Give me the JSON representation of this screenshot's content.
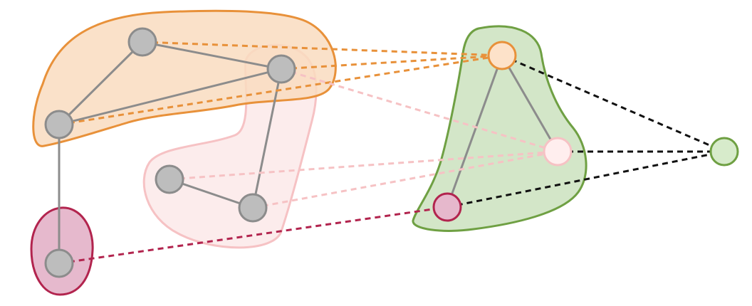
{
  "colors": {
    "node_fill": "#bdbdbd",
    "node_stroke": "#8c8c8c",
    "edge": "#8c8c8c",
    "orange_region_fill": "#f9dcc0",
    "orange_region_stroke": "#e8913a",
    "pink_region_fill": "#fbe6e6",
    "pink_region_stroke": "#f6c2c4",
    "magenta_region_fill": "#e6b9cd",
    "magenta_region_stroke": "#b2244e",
    "green_region_fill": "#d3e6c8",
    "green_region_stroke": "#6fa043",
    "coarse_orange_fill": "#fde2c9",
    "coarse_pink_fill": "#ffeeee",
    "coarse_magenta_fill": "#e6b8cc",
    "top_node_fill": "#d7ebcb",
    "black_dash": "#111111"
  },
  "diagram": {
    "fine_nodes": [
      {
        "id": "a",
        "group": "orange"
      },
      {
        "id": "b",
        "group": "orange"
      },
      {
        "id": "c",
        "group": "orange"
      },
      {
        "id": "d",
        "group": "pink"
      },
      {
        "id": "e",
        "group": "pink"
      },
      {
        "id": "f",
        "group": "magenta"
      }
    ],
    "fine_edges": [
      {
        "from": "a",
        "to": "b"
      },
      {
        "from": "b",
        "to": "c"
      },
      {
        "from": "a",
        "to": "c"
      },
      {
        "from": "c",
        "to": "e"
      },
      {
        "from": "d",
        "to": "e"
      },
      {
        "from": "a",
        "to": "f"
      }
    ],
    "coarse_nodes": [
      {
        "id": "P",
        "group": "orange"
      },
      {
        "id": "Q",
        "group": "pink"
      },
      {
        "id": "R",
        "group": "magenta"
      }
    ],
    "coarse_edges": [
      {
        "from": "P",
        "to": "Q"
      },
      {
        "from": "P",
        "to": "R"
      }
    ],
    "top_node": {
      "id": "T"
    },
    "mapping_edges": [
      {
        "from": "a",
        "to": "P",
        "group": "orange"
      },
      {
        "from": "b",
        "to": "P",
        "group": "orange"
      },
      {
        "from": "c",
        "to": "P",
        "group": "orange"
      },
      {
        "from": "d",
        "to": "Q",
        "group": "pink"
      },
      {
        "from": "e",
        "to": "Q",
        "group": "pink"
      },
      {
        "from": "c",
        "to": "Q",
        "group": "pink"
      },
      {
        "from": "f",
        "to": "R",
        "group": "magenta"
      },
      {
        "from": "P",
        "to": "T",
        "group": "black"
      },
      {
        "from": "Q",
        "to": "T",
        "group": "black"
      },
      {
        "from": "R",
        "to": "T",
        "group": "black"
      }
    ]
  }
}
